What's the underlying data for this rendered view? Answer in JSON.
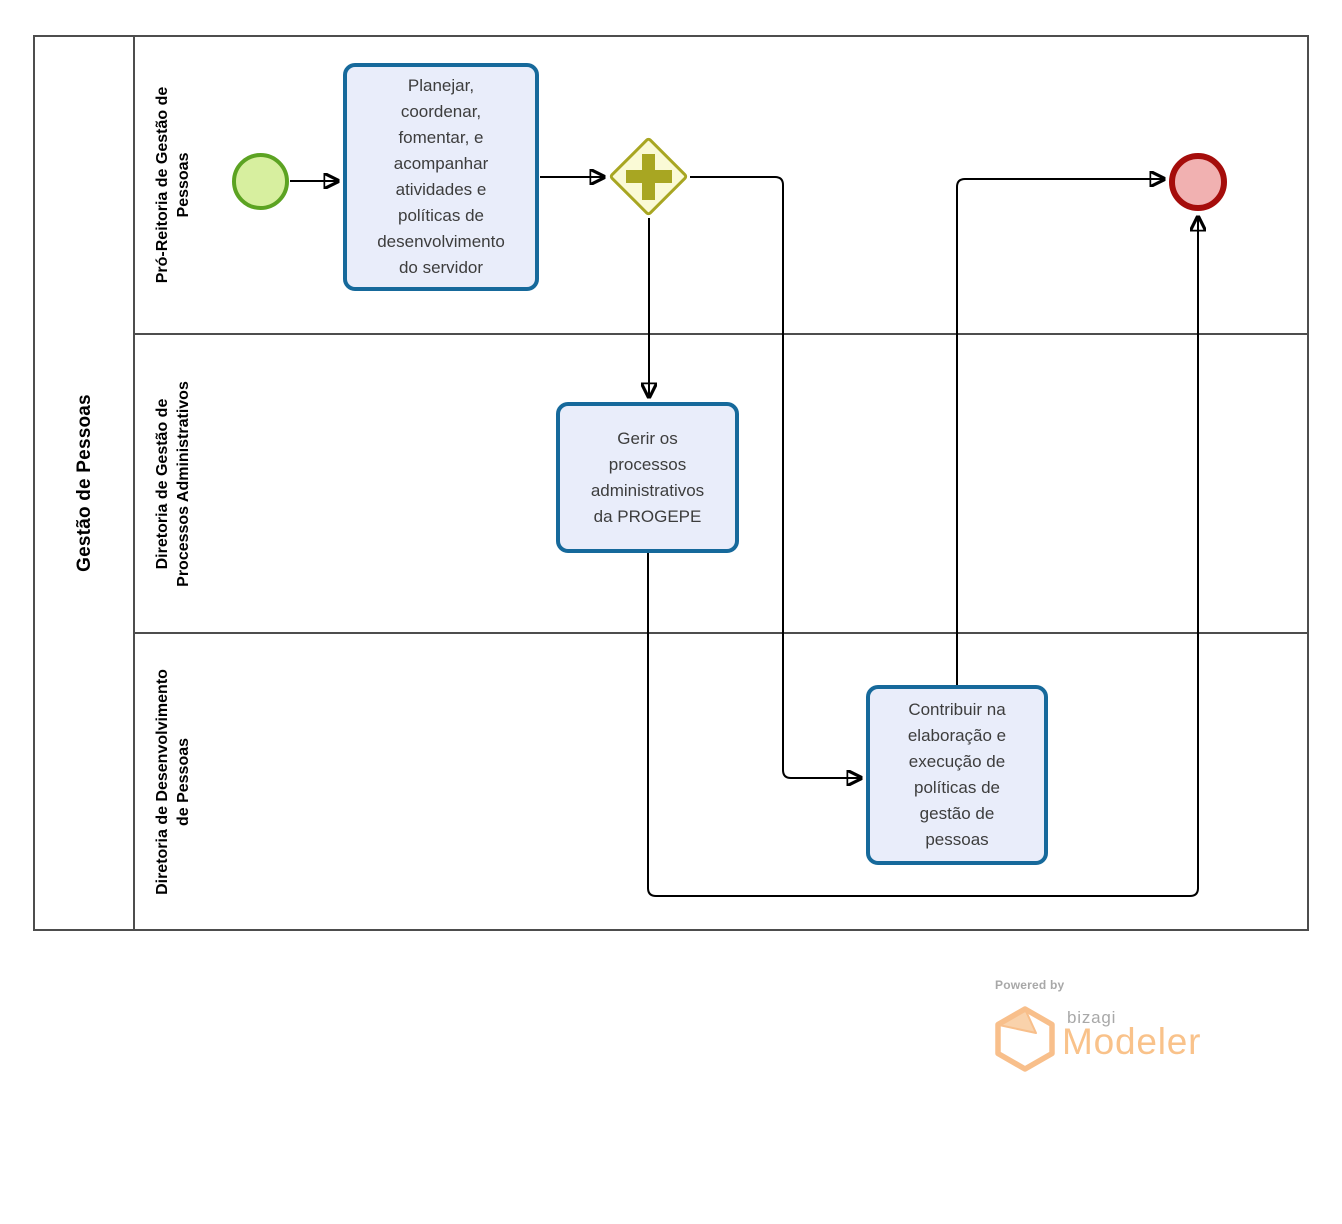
{
  "pool": {
    "title": "Gestão de Pessoas",
    "lanes": [
      {
        "label": "Pró-Reitoria de Gestão de\nPessoas"
      },
      {
        "label": "Diretoria de Gestão de\nProcessos Administrativos"
      },
      {
        "label": "Diretoria de Desenvolvimento\nde Pessoas"
      }
    ]
  },
  "nodes": {
    "start_event": {
      "kind": "start-event"
    },
    "task_planejar": {
      "label": "Planejar,\ncoordenar,\nfomentar, e\nacompanhar\natividades e\npolíticas de\ndesenvolvimento\ndo servidor"
    },
    "parallel_gateway": {
      "kind": "parallel-gateway",
      "icon": "plus-icon"
    },
    "task_gerir": {
      "label": "Gerir os\nprocessos\nadministrativos\nda PROGEPE"
    },
    "task_contribuir": {
      "label": "Contribuir na\nelaboração e\nexecução de\npolíticas de\ngestão de\npessoas"
    },
    "end_event": {
      "kind": "end-event"
    }
  },
  "colors": {
    "task_fill": "#e9edfa",
    "task_border": "#16699b",
    "gateway_fill": "#fafad6",
    "gateway_border": "#a8a622",
    "start_fill": "#d7ef9f",
    "start_border": "#5ca322",
    "end_fill": "#f1b1b1",
    "end_border": "#a50d0b",
    "pool_border": "#4d4d4d",
    "flow_line": "#000000",
    "logo_orange": "#f9c28a",
    "logo_gray": "#a8a8a8"
  },
  "footer": {
    "powered_by": "Powered by",
    "brand": "bizagi",
    "product": "Modeler"
  }
}
